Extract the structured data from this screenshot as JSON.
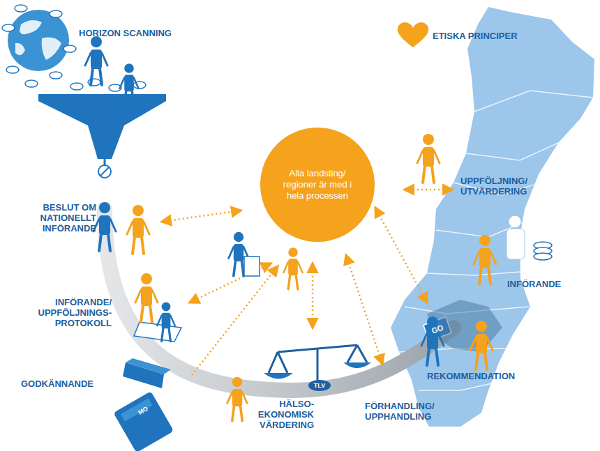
{
  "diagram": {
    "nodes": [
      {
        "text": [
          "Alla landsting/ regioner är med i hela processen"
        ]
      }
    ],
    "labels": [
      "HORIZON SCANNING",
      "ETISKA PRINCIPER",
      "BESLUT OM NATIONELLT INFÖRANDE",
      "INFÖRANDE/ UPPFÖLJNINGS- PROTOKOLL",
      "GODKÄNNANDE",
      "HÄLSO- EKONOMISK VÄRDERING",
      "FÖRHANDLING/ UPPHANDLING",
      "REKOMMENDATION",
      "INFÖRANDE",
      "UPPFÖLJNING/ UTVÄRDERING",
      "TLV",
      "MO",
      "GO"
    ]
  }
}
